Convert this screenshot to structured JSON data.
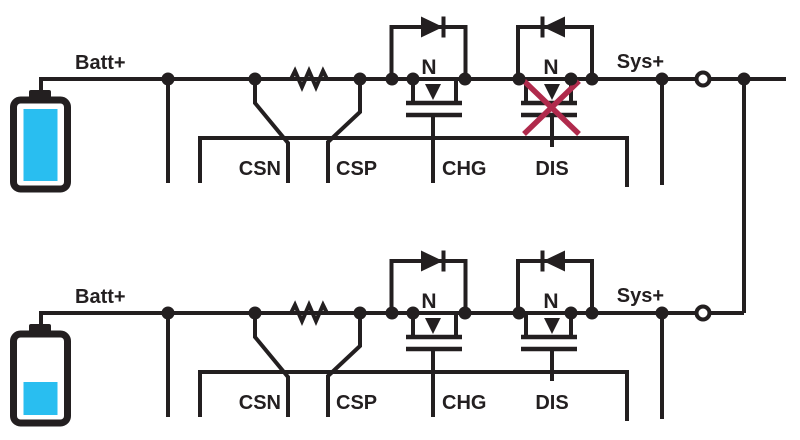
{
  "diagram": {
    "description": "Dual-battery charge/discharge N-FET protection circuit; discharge FET of battery 1 is faulted (crossed out)",
    "colors": {
      "wire": "#231F20",
      "battery_fill": "#29BEF0",
      "fault_x": "#B02A4C"
    },
    "circuits": [
      {
        "name": "battery-1-circuit",
        "battery": {
          "label": "Batt+",
          "level": "full"
        },
        "output": {
          "label": "Sys+"
        },
        "pins": [
          "CSN",
          "CSP",
          "CHG",
          "DIS"
        ],
        "mosfets": [
          {
            "name": "charge-fet",
            "channel": "N",
            "fault": false
          },
          {
            "name": "discharge-fet",
            "channel": "N",
            "fault": true
          }
        ]
      },
      {
        "name": "battery-2-circuit",
        "battery": {
          "label": "Batt+",
          "level": "low"
        },
        "output": {
          "label": "Sys+"
        },
        "pins": [
          "CSN",
          "CSP",
          "CHG",
          "DIS"
        ],
        "mosfets": [
          {
            "name": "charge-fet",
            "channel": "N",
            "fault": false
          },
          {
            "name": "discharge-fet",
            "channel": "N",
            "fault": false
          }
        ]
      }
    ]
  }
}
